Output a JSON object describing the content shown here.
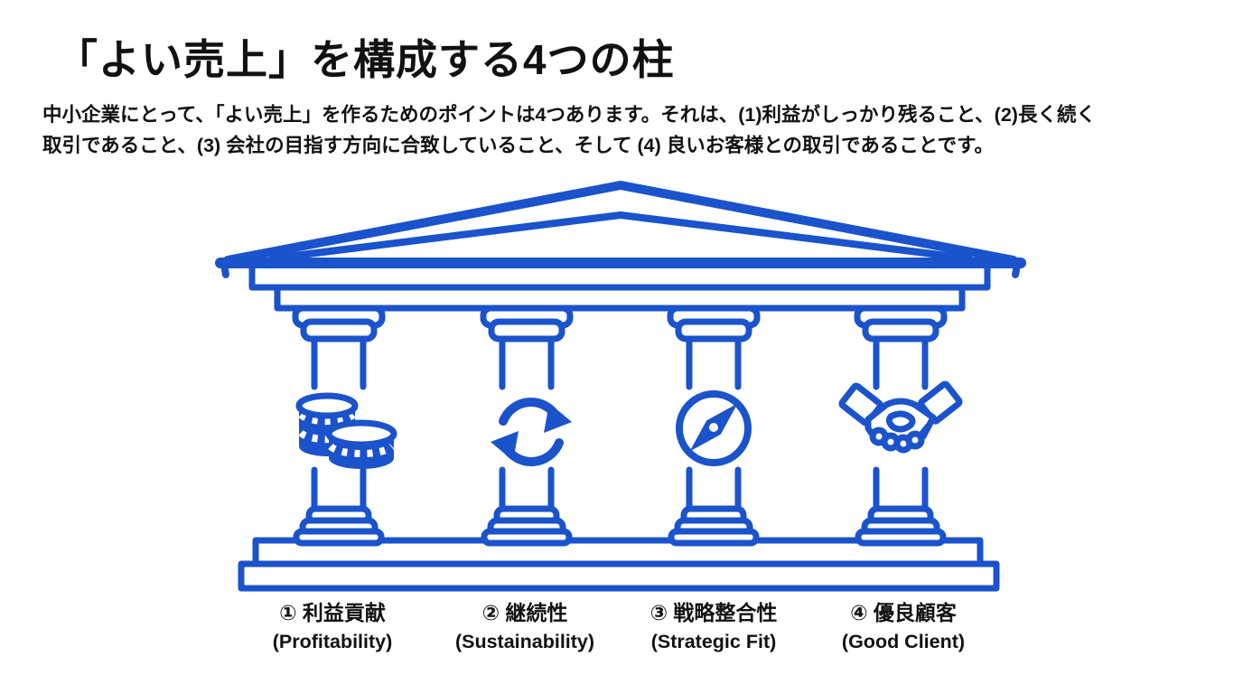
{
  "slide": {
    "title": "「よい売上」を構成する4つの柱",
    "description_lines": [
      "中小企業にとって、「よい売上」を作るためのポイントは4つあります。それは、(1)利益がしっかり残ること、(2)長く続く",
      "取引であること、(3) 会社の目指す方向に合致していること、そして (4) 良いお客様との取引であることです。"
    ]
  },
  "pillars": [
    {
      "icon": "coins-icon",
      "title_jp": "① 利益貢献",
      "title_en": "(Profitability)"
    },
    {
      "icon": "cycle-arrows-icon",
      "title_jp": "② 継続性",
      "title_en": "(Sustainability)"
    },
    {
      "icon": "compass-icon",
      "title_jp": "③ 戦略整合性",
      "title_en": "(Strategic Fit)"
    },
    {
      "icon": "handshake-icon",
      "title_jp": "④ 優良顧客",
      "title_en": "(Good Client)"
    }
  ],
  "colors": {
    "accent_blue": "#1A53CB",
    "text": "#111111",
    "background": "#FFFFFF"
  }
}
